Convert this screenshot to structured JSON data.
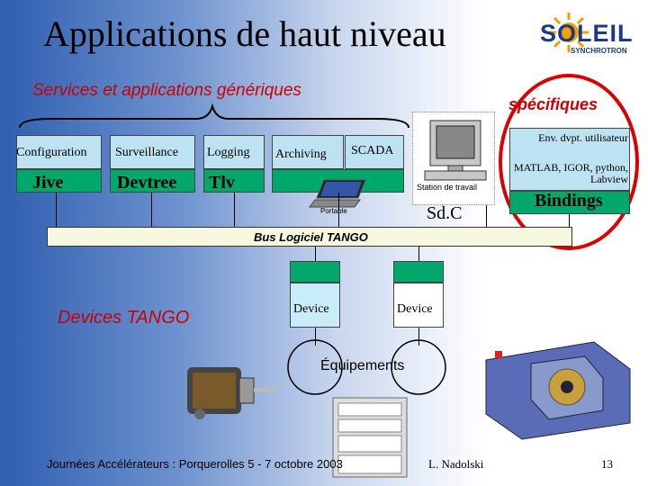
{
  "title": "Applications de haut niveau",
  "logo": {
    "text": "SOLEIL",
    "sub": "SYNCHROTRON"
  },
  "subtitle": "Services et applications génériques",
  "specific": {
    "label": "spécifiques",
    "env_text": "Env. dvpt. utilisateur",
    "lang_text": "MATLAB, IGOR, python, Labview",
    "bindings": "Bindings"
  },
  "generic_services": [
    {
      "label": "Configuration",
      "tool": "Jive"
    },
    {
      "label": "Surveillance",
      "tool": "Devtree"
    },
    {
      "label": "Logging",
      "tool": "Tlv"
    }
  ],
  "archiving": "Archiving",
  "scada": "SCADA",
  "portable": "Portable",
  "station": {
    "label": "Station de travail",
    "caption": "Sd.C"
  },
  "bus": "Bus Logiciel TANGO",
  "devices_title": "Devices TANGO",
  "devices": [
    "Device",
    "Device"
  ],
  "equipments": "Équipements",
  "footer": {
    "event": "Journées Accélérateurs : Porquerolles  5 - 7 octobre 2003",
    "author": "L. Nadolski",
    "page": "13"
  },
  "colors": {
    "accent_red": "#cc0000",
    "green": "#00a86b",
    "light_blue": "#bde3f2",
    "bus_fill": "#f8f8e0"
  }
}
